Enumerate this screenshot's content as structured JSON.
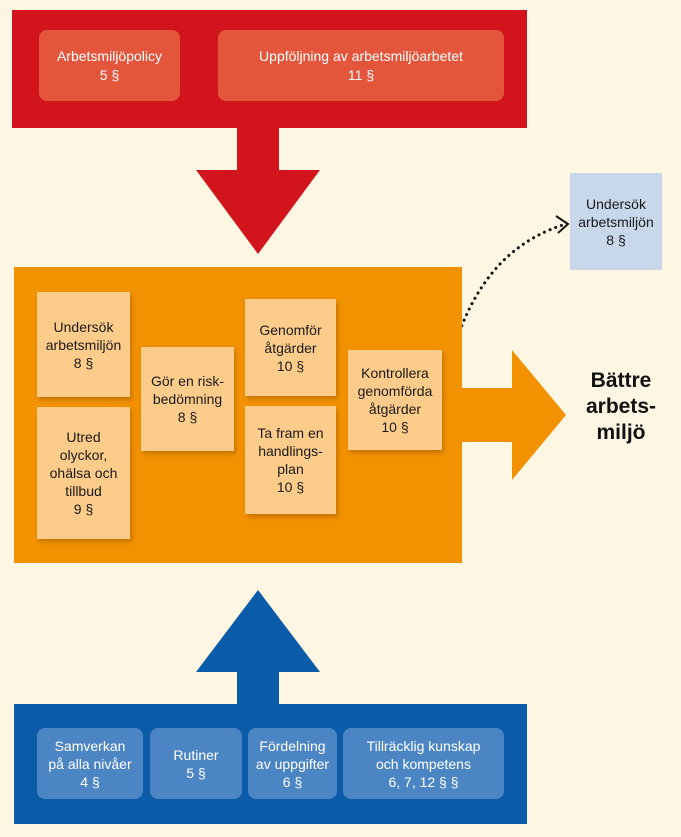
{
  "top": {
    "boxes": [
      {
        "label": "Arbetsmiljöpolicy",
        "ref": "5 §"
      },
      {
        "label": "Uppföljning av arbetsmiljöarbetet",
        "ref": "11 §"
      }
    ]
  },
  "middle": {
    "notes": [
      {
        "lines": [
          "Undersök",
          "arbetsmiljön",
          "8 §"
        ]
      },
      {
        "lines": [
          "Utred",
          "olyckor,",
          "ohälsa och",
          "tillbud",
          "9 §"
        ]
      },
      {
        "lines": [
          "Gör en risk-",
          "bedömning",
          "8 §"
        ]
      },
      {
        "lines": [
          "Genomför",
          "åtgärder",
          "10 §"
        ]
      },
      {
        "lines": [
          "Ta fram en",
          "handlings-",
          "plan",
          "10 §"
        ]
      },
      {
        "lines": [
          "Kontrollera",
          "genomförda",
          "åtgärder",
          "10 §"
        ]
      }
    ]
  },
  "side_note": {
    "lines": [
      "Undersök",
      "arbetsmiljön",
      "8 §"
    ]
  },
  "result": {
    "lines": [
      "Bättre",
      "arbets-",
      "miljö"
    ]
  },
  "bottom": {
    "boxes": [
      {
        "lines": [
          "Samverkan",
          "på alla nivåer",
          "4 §"
        ]
      },
      {
        "lines": [
          "Rutiner",
          "5 §"
        ]
      },
      {
        "lines": [
          "Fördelning",
          "av uppgifter",
          "6 §"
        ]
      },
      {
        "lines": [
          "Tillräcklig kunskap",
          "och kompetens",
          "6, 7, 12 § §"
        ]
      }
    ]
  },
  "colors": {
    "red": "#d2151c",
    "orange": "#f29200",
    "blue": "#0b5ca8",
    "note": "#fdcb8a",
    "side_note": "#c8d8ea"
  }
}
